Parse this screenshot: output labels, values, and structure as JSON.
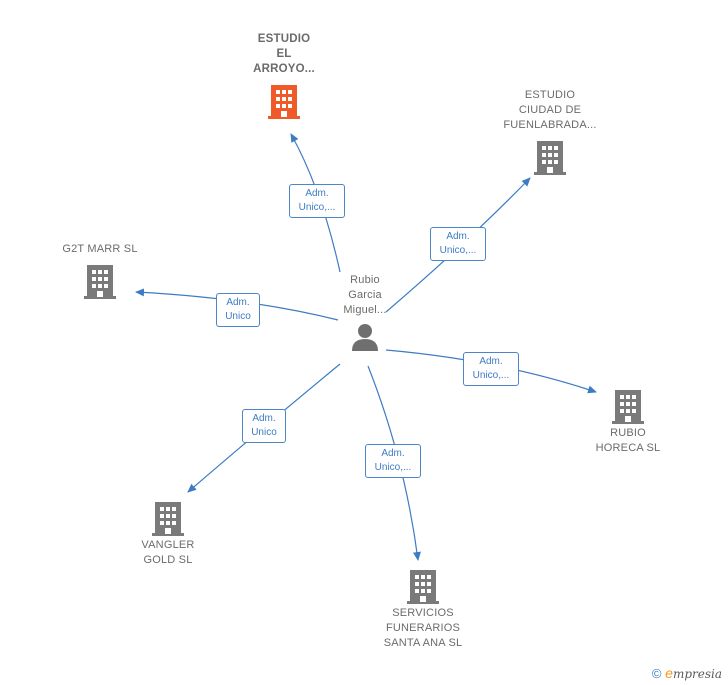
{
  "diagram": {
    "center": {
      "label": "Rubio\nGarcia\nMiguel...",
      "icon": "person-icon"
    },
    "nodes": [
      {
        "id": "estudio-el-arroyo",
        "label": "ESTUDIO\nEL\nARROYO...",
        "icon": "building-icon",
        "highlight": true,
        "color": "#f05a28"
      },
      {
        "id": "estudio-ciudad-fuenlabrada",
        "label": "ESTUDIO\nCIUDAD DE\nFUENLABRADA...",
        "icon": "building-icon",
        "highlight": false,
        "color": "#7a7a7a"
      },
      {
        "id": "g2t-marr",
        "label": "G2T MARR SL",
        "icon": "building-icon",
        "highlight": false,
        "color": "#7a7a7a"
      },
      {
        "id": "rubio-horeca",
        "label": "RUBIO\nHORECA SL",
        "icon": "building-icon",
        "highlight": false,
        "color": "#7a7a7a"
      },
      {
        "id": "vangler-gold",
        "label": "VANGLER\nGOLD SL",
        "icon": "building-icon",
        "highlight": false,
        "color": "#7a7a7a"
      },
      {
        "id": "servicios-funerarios",
        "label": "SERVICIOS\nFUNERARIOS\nSANTA ANA  SL",
        "icon": "building-icon",
        "highlight": false,
        "color": "#7a7a7a"
      }
    ],
    "relations": [
      {
        "to": "estudio-el-arroyo",
        "label": "Adm.\nUnico,..."
      },
      {
        "to": "estudio-ciudad-fuenlabrada",
        "label": "Adm.\nUnico,..."
      },
      {
        "to": "g2t-marr",
        "label": "Adm.\nUnico"
      },
      {
        "to": "rubio-horeca",
        "label": "Adm.\nUnico,..."
      },
      {
        "to": "vangler-gold",
        "label": "Adm.\nUnico"
      },
      {
        "to": "servicios-funerarios",
        "label": "Adm.\nUnico,..."
      }
    ],
    "edge_color": "#3d7cc2"
  },
  "footer": {
    "copyright_symbol": "©",
    "brand_initial": "e",
    "brand_rest": "mpresia"
  }
}
